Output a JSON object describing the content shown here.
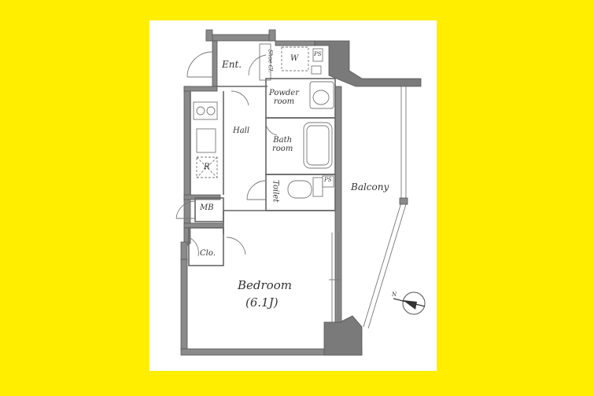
{
  "rooms": {
    "entrance": "Ent.",
    "shoe_closet": "Shoe Cl.",
    "washer": "W",
    "powder_room_l1": "Powder",
    "powder_room_l2": "room",
    "hall": "Hall",
    "bath_l1": "Bath",
    "bath_l2": "room",
    "toilet": "Toilet",
    "balcony": "Balcony",
    "mb": "MB",
    "closet": "Clo.",
    "bedroom": "Bedroom",
    "bedroom_size": "(6.1J)",
    "ps_upper": "PS",
    "ps_lower": "PS",
    "refrigerator": "R",
    "north": "N"
  },
  "colors": {
    "background": "#ffee00",
    "card": "#ffffff",
    "wall": "#8a8a8a"
  },
  "icons": {
    "compass": "north-arrow-compass"
  }
}
